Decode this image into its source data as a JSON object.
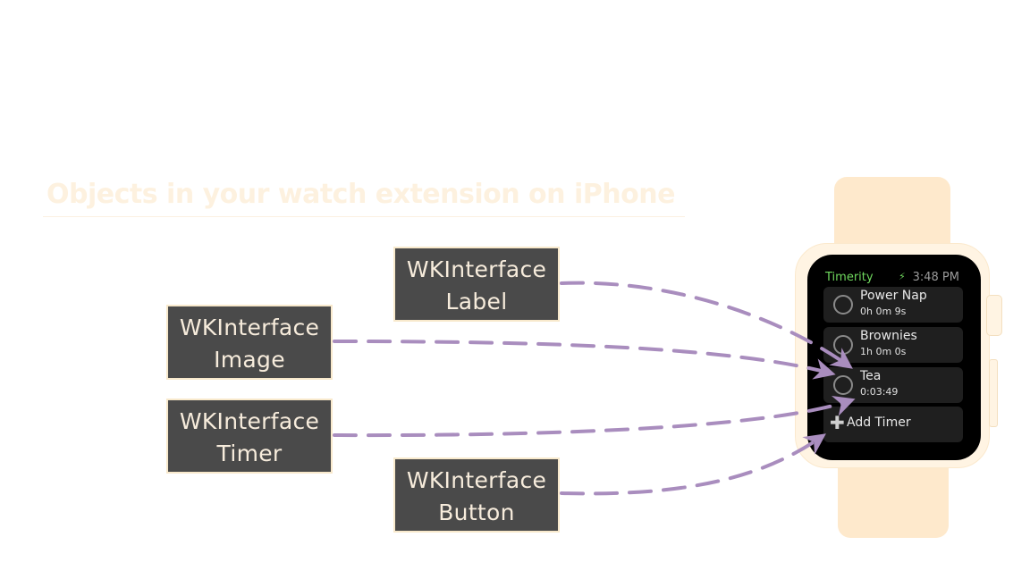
{
  "slide": {
    "title": "Objects in your watch extension on iPhone"
  },
  "callouts": {
    "label": {
      "line1": "WKInterface",
      "line2": "Label"
    },
    "image": {
      "line1": "WKInterface",
      "line2": "Image"
    },
    "timer": {
      "line1": "WKInterface",
      "line2": "Timer"
    },
    "button": {
      "line1": "WKInterface",
      "line2": "Button"
    }
  },
  "watch": {
    "app_name": "Timerity",
    "charging_icon": "bolt-icon",
    "time": "3:48 PM",
    "timers": [
      {
        "name": "Power Nap",
        "duration": "0h 0m 9s"
      },
      {
        "name": "Brownies",
        "duration": "1h 0m 0s"
      },
      {
        "name": "Tea",
        "duration": "0:03:49"
      }
    ],
    "add_button": {
      "icon": "plus-icon",
      "label": "Add Timer"
    }
  },
  "colors": {
    "arrow": "#a98dbe",
    "callout_bg": "#4a4a4a",
    "callout_border": "#f8e9cc",
    "app_name": "#6fd85e",
    "title": "#fdf1df"
  }
}
